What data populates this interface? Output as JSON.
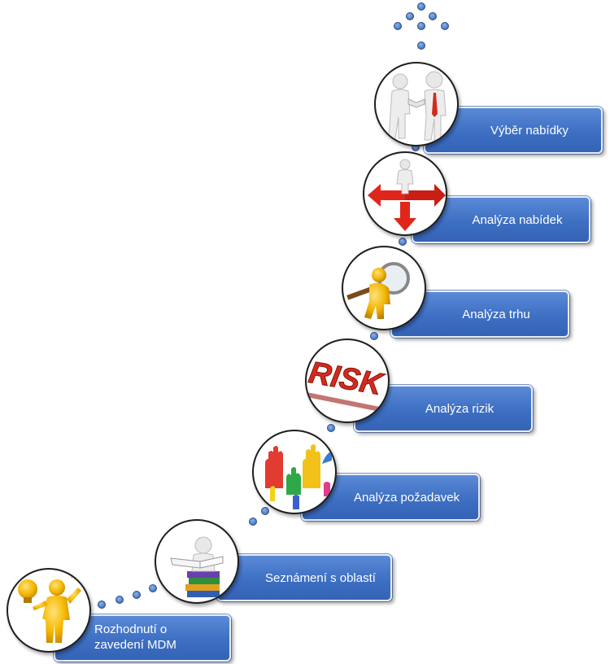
{
  "steps": [
    {
      "label": "Rozhodnutí o\nzavedení MDM",
      "icon": "lightbulb-figure-icon"
    },
    {
      "label": "Seznámení s oblastí",
      "icon": "figure-reading-books-icon"
    },
    {
      "label": "Analýza požadavek",
      "icon": "raised-hands-icon"
    },
    {
      "label": "Analýza rizik",
      "icon": "risk-text-icon"
    },
    {
      "label": "Analýza trhu",
      "icon": "figure-magnifier-icon"
    },
    {
      "label": "Analýza nabídek",
      "icon": "figure-crossroads-arrows-icon"
    },
    {
      "label": "Výběr nabídky",
      "icon": "handshake-figures-icon"
    }
  ],
  "colors": {
    "box": "#3d6fc3",
    "dot": "#4f81c9",
    "text": "#ffffff"
  }
}
